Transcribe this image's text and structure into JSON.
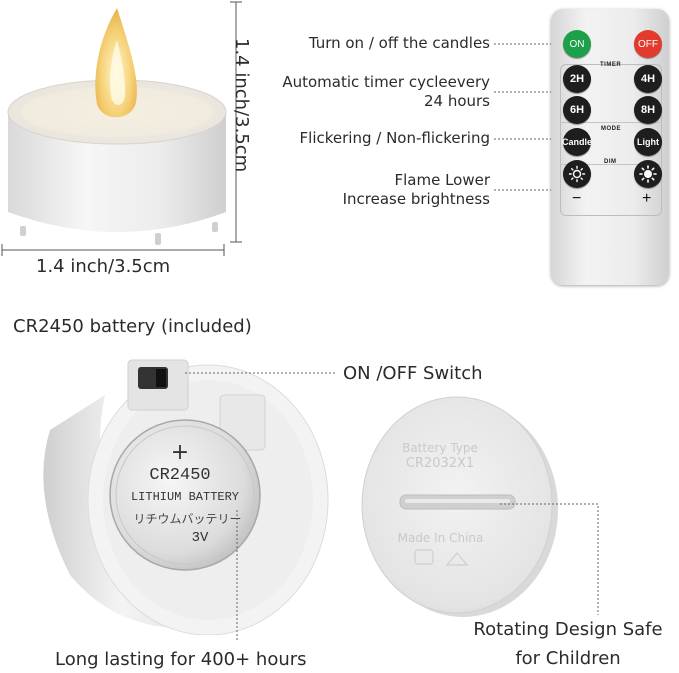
{
  "dimensions": {
    "height": "1.4 inch/3.5cm",
    "width": "1.4 inch/3.5cm"
  },
  "remote_labels": {
    "on_off": "Turn on / off the candles",
    "timer_line1": "Automatic timer cycleevery",
    "timer_line2": "24 hours",
    "flicker": "Flickering / Non-flickering",
    "flame_line1": "Flame Lower",
    "flame_line2": "Increase brightness"
  },
  "remote": {
    "on_button": "ON",
    "off_button": "OFF",
    "timer_caption": "TIMER",
    "timer_2h": "2H",
    "timer_4h": "4H",
    "timer_6h": "6H",
    "timer_8h": "8H",
    "mode_caption": "MODE",
    "candle_button": "Candle",
    "light_button": "Light",
    "dim_caption": "DIM",
    "minus_sign": "−",
    "plus_sign": "+"
  },
  "battery_section": {
    "battery_label": "CR2450 battery (included)",
    "switch_label": "ON /OFF Switch",
    "lasting_label": "Long lasting for 400+ hours",
    "battery_plus": "+",
    "battery_model": "CR2450",
    "battery_type": "LITHIUM BATTERY",
    "battery_japanese": "リチウムバッテリー",
    "battery_voltage": "3V"
  },
  "bottom_section": {
    "embossed_line1": "Battery Type",
    "embossed_line2": "CR2032X1",
    "embossed_made": "Made In China",
    "safe_line1": "Rotating Design Safe",
    "safe_line2": "for Children"
  }
}
